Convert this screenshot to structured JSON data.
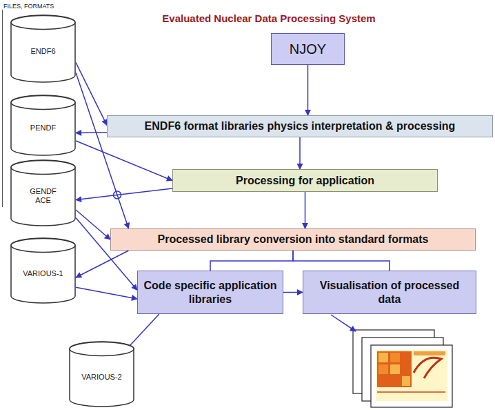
{
  "diagram": {
    "title": "Evaluated Nuclear Data Processing System",
    "nodes": [
      {
        "text": [
          "ENDF6"
        ]
      },
      {
        "text": [
          "NJOY"
        ]
      },
      {
        "text": [
          "ENDF6 format libraries physics interpretation & processing"
        ]
      },
      {
        "text": [
          "PENDF"
        ]
      },
      {
        "text": [
          "Processing for application"
        ]
      },
      {
        "text": [
          "GENDF ACE"
        ]
      },
      {
        "text": [
          "Processed library conversion into standard formats"
        ]
      },
      {
        "text": [
          "VARIOUS-1"
        ]
      },
      {
        "text": [
          "Code specific application libraries"
        ]
      },
      {
        "text": [
          "Visualisation of processed data"
        ]
      },
      {
        "text": [
          "VARIOUS-2"
        ]
      }
    ],
    "edges": [
      {
        "from": 1,
        "to": 2,
        "arrow": "to"
      },
      {
        "from": 0,
        "to": 2,
        "arrow": "to"
      },
      {
        "from": 2,
        "to": 3,
        "arrow": "to"
      },
      {
        "from": 0,
        "to": 6,
        "arrow": "to"
      },
      {
        "from": 2,
        "to": 4,
        "arrow": "to"
      },
      {
        "from": 3,
        "to": 4,
        "arrow": "to"
      },
      {
        "from": 4,
        "to": 5,
        "arrow": "to"
      },
      {
        "from": 4,
        "to": 6,
        "arrow": "to"
      },
      {
        "from": 5,
        "to": 6,
        "arrow": "to"
      },
      {
        "from": 6,
        "to": 7,
        "arrow": "to"
      },
      {
        "from": 5,
        "to": 8,
        "arrow": "to"
      },
      {
        "from": 7,
        "to": 8,
        "arrow": "to"
      },
      {
        "from": 6,
        "to": 8,
        "arrow": "none"
      },
      {
        "from": 6,
        "to": 9,
        "arrow": "none"
      },
      {
        "from": 8,
        "to": 9,
        "arrow": "to"
      },
      {
        "from": 8,
        "to": 10,
        "arrow": "to"
      }
    ],
    "labels": [
      "FILES, FORMATS"
    ]
  }
}
